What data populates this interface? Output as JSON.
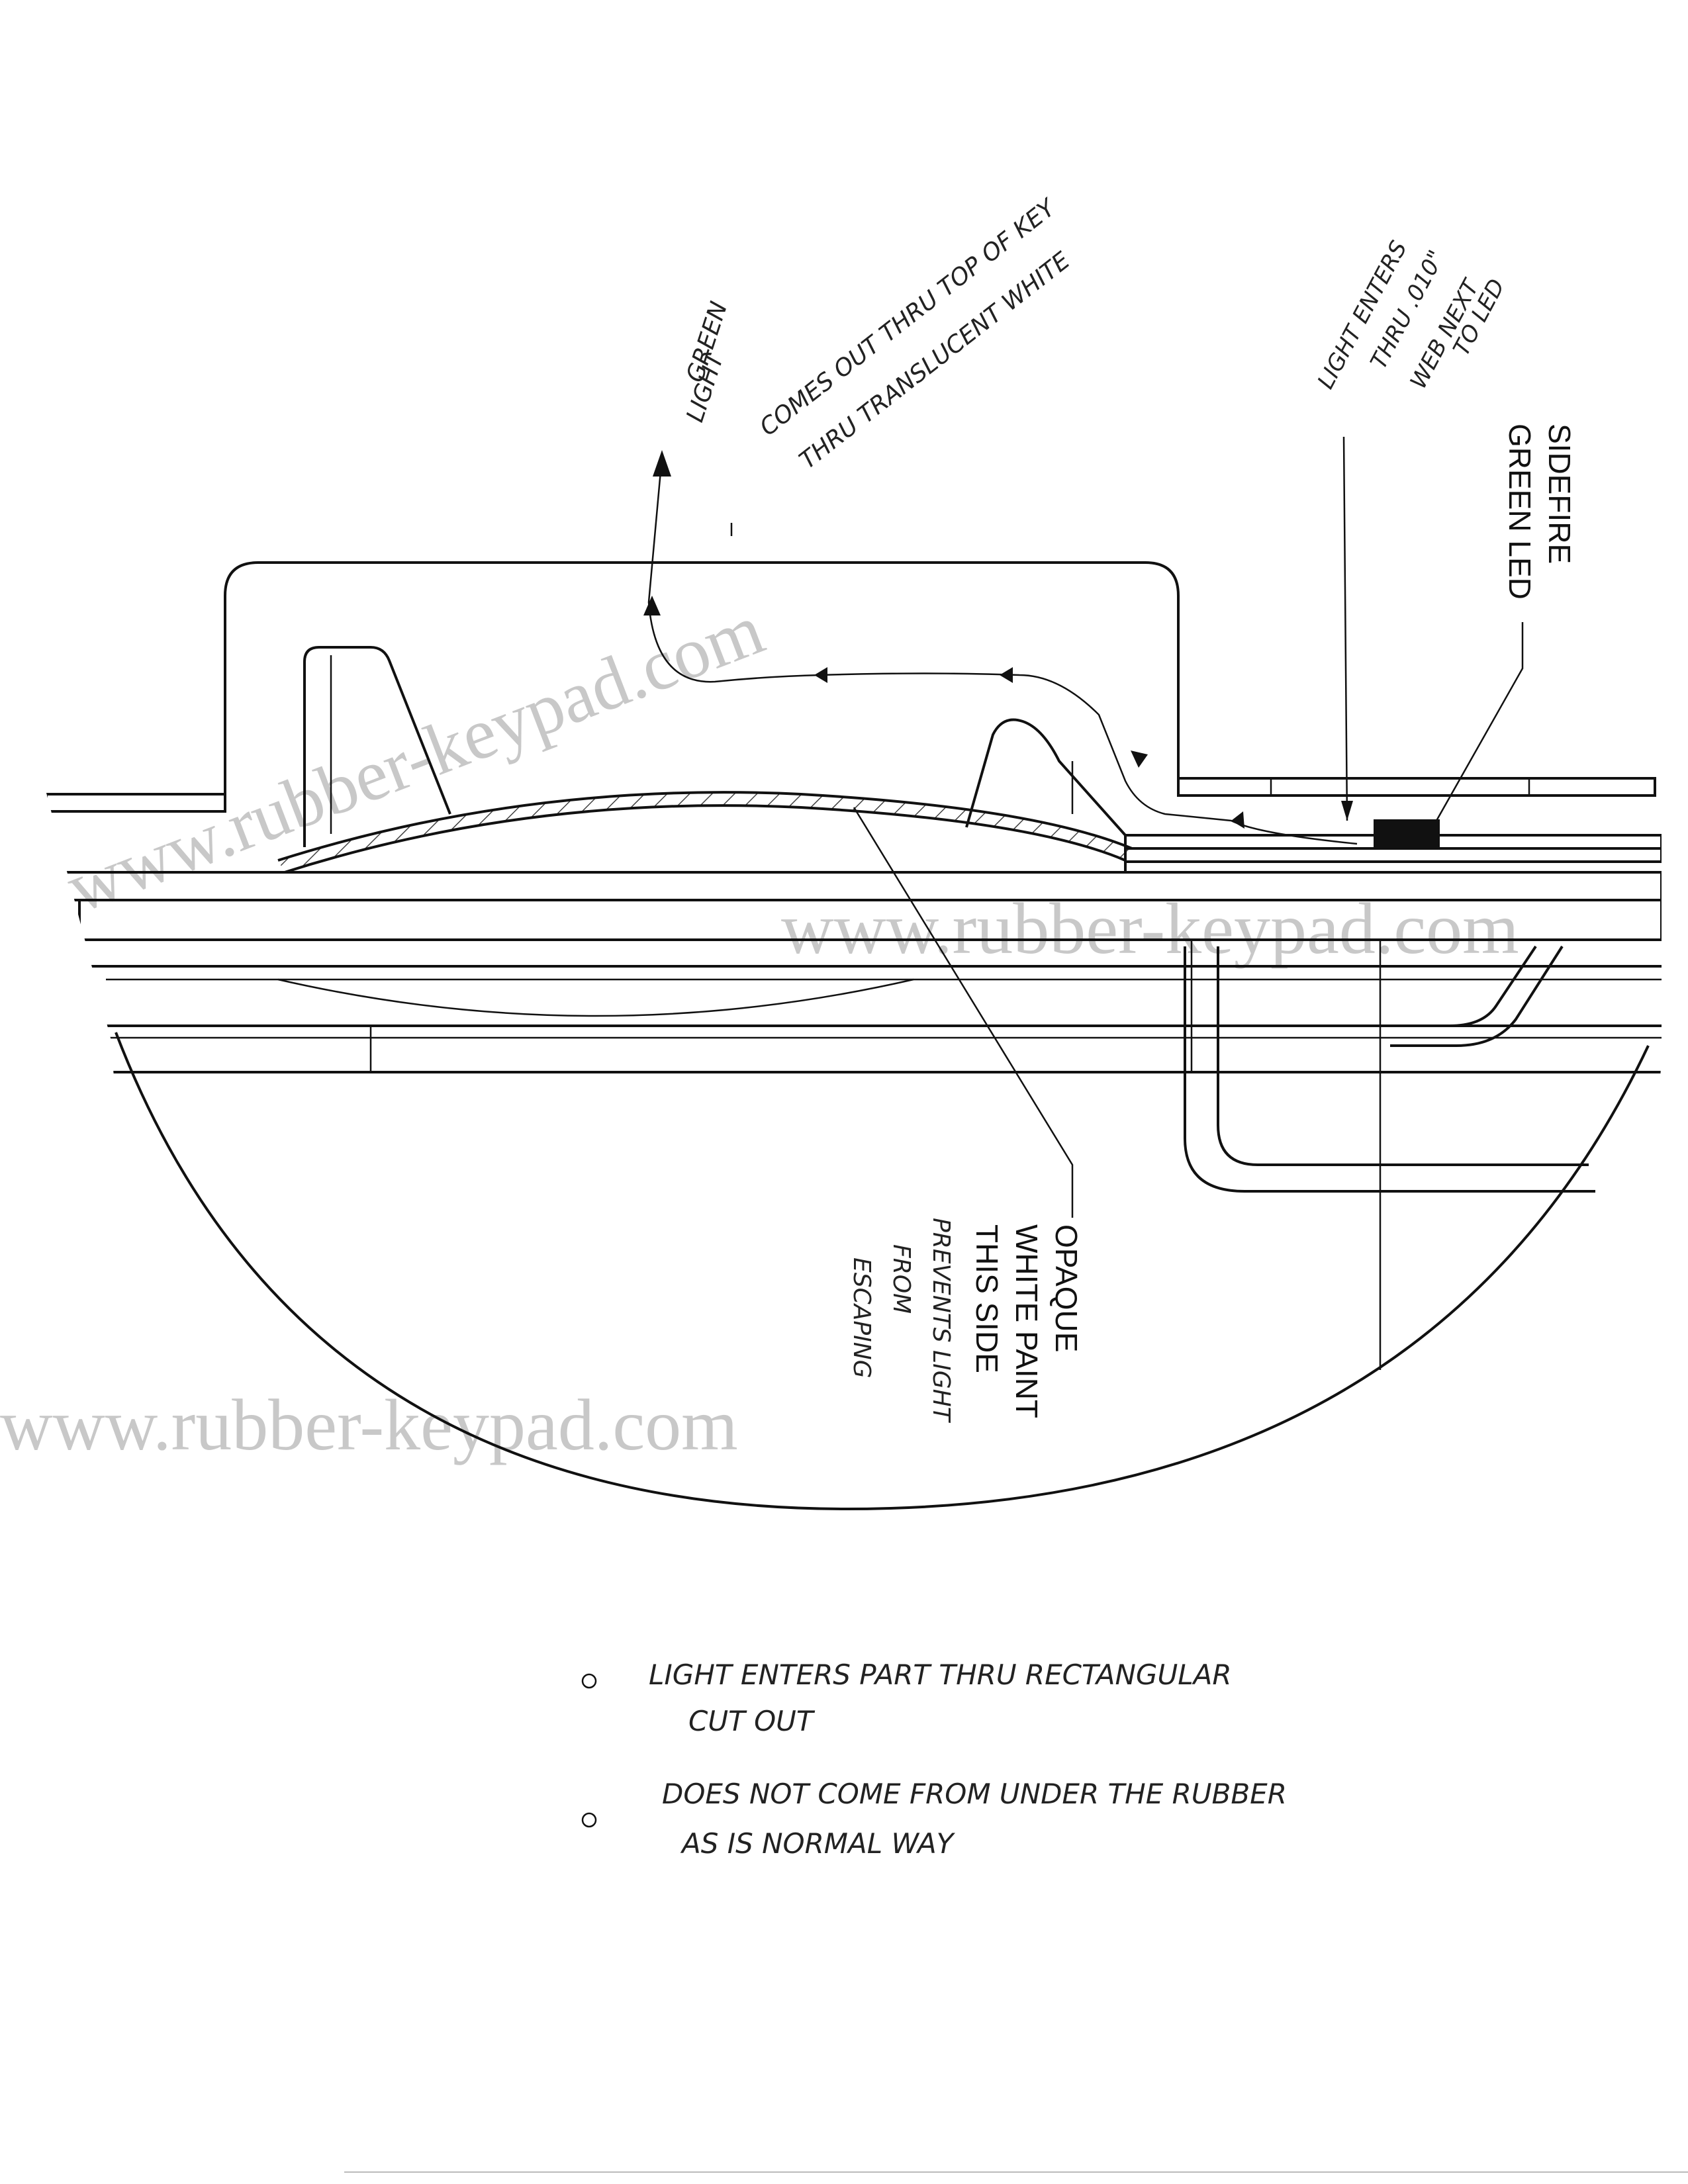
{
  "annotations": {
    "green_light": [
      "GREEN",
      "LIGHT",
      "COMES OUT THRU TOP OF KEY",
      "THRU TRANSLUCENT WHITE"
    ],
    "light_enters": [
      "LIGHT ENTERS",
      "THRU .010\"",
      "WEB NEXT",
      "TO LED"
    ],
    "sidefire": [
      "SIDEFIRE",
      "GREEN LED"
    ],
    "opaque": [
      "OPAQUE",
      "WHITE PAINT",
      "THIS SIDE",
      "PREVENTS LIGHT",
      "FROM",
      "ESCAPING"
    ]
  },
  "notes": [
    [
      "LIGHT ENTERS PART THRU RECTANGULAR",
      "CUT OUT"
    ],
    [
      "DOES NOT COME FROM UNDER THE RUBBER",
      "AS IS NORMAL WAY"
    ]
  ],
  "watermarks": [
    "www.rubber-keypad.com",
    "www.rubber-keypad.com",
    "www.rubber-keypad.com"
  ]
}
